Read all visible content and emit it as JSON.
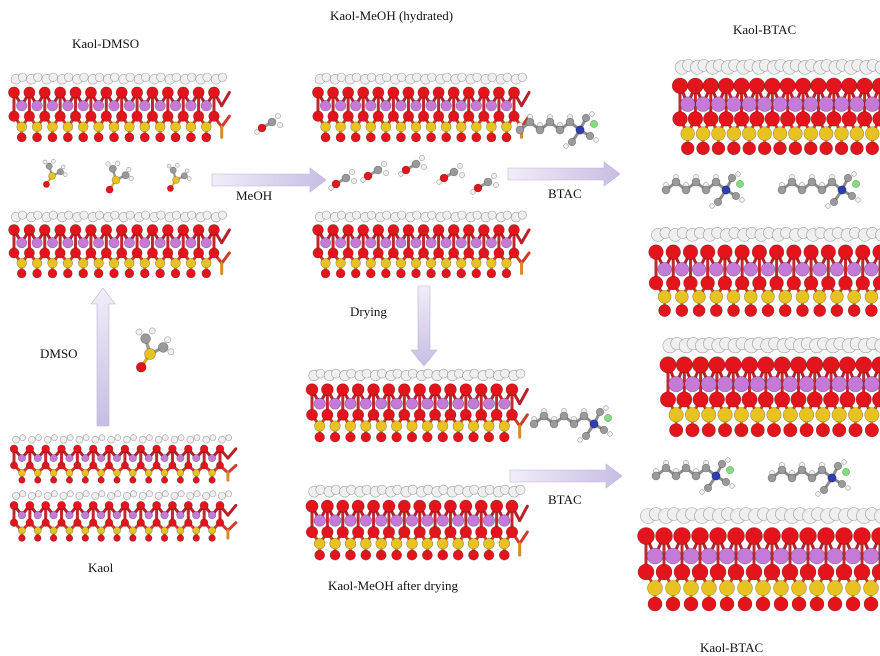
{
  "labels": {
    "kaol_dmso": "Kaol-DMSO",
    "kaol_meoh_hydrated": "Kaol-MeOH (hydrated)",
    "kaol_btac_top": "Kaol-BTAC",
    "kaol_btac_bottom": "Kaol-BTAC",
    "kaol": "Kaol",
    "kaol_meoh_dried": "Kaol-MeOH after drying"
  },
  "arrows": {
    "dmso": "DMSO",
    "meoh": "MeOH",
    "btac_top": "BTAC",
    "btac_bottom": "BTAC",
    "drying": "Drying"
  },
  "colors": {
    "oxygen": "#e4141c",
    "aluminum": "#c47ad6",
    "silicon": "#e8c221",
    "hydrogen": "#efefef",
    "carbon": "#9a9a9a",
    "nitrogen": "#2b3fb0",
    "chlorine": "#7fe07a",
    "arrow": "#cdc3e6"
  }
}
